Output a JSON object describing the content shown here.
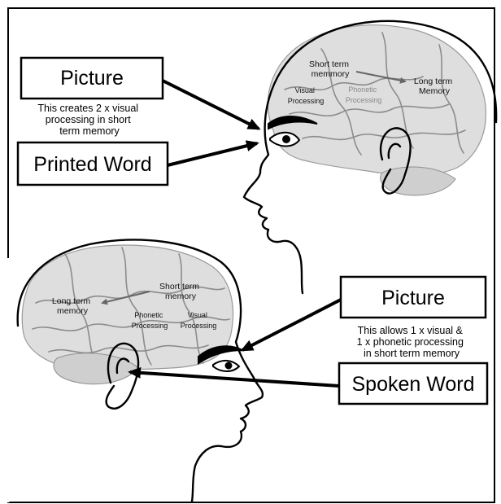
{
  "top_panel": {
    "picture_box_label": "Picture",
    "picture_caption": [
      "This creates 2 x visual",
      "processing in short",
      "term memory"
    ],
    "printed_word_box_label": "Printed Word",
    "brain_labels": {
      "short_term": [
        "Short term",
        "memmory"
      ],
      "long_term": [
        "Long term",
        "Memory"
      ],
      "visual_processing": [
        "Visual",
        "Processing"
      ],
      "phonetic_processing": [
        "Phonetic",
        "Processing"
      ]
    }
  },
  "bottom_panel": {
    "picture_box_label": "Picture",
    "picture_caption": [
      "This allows 1 x visual &",
      "1 x phonetic processing",
      "in short term memory"
    ],
    "spoken_word_box_label": "Spoken Word",
    "brain_labels": {
      "long_term": [
        "Long term",
        "memory"
      ],
      "short_term": [
        "Short term",
        "memory"
      ],
      "phonetic_processing": [
        "Phonetic",
        "Processing"
      ],
      "visual_processing": [
        "Visual",
        "Processing"
      ]
    }
  },
  "colors": {
    "ink": "#000000",
    "brain_fill": "#dedede",
    "brain_lines": "#8c8c8c",
    "faded_label": "#8a8a8a"
  }
}
